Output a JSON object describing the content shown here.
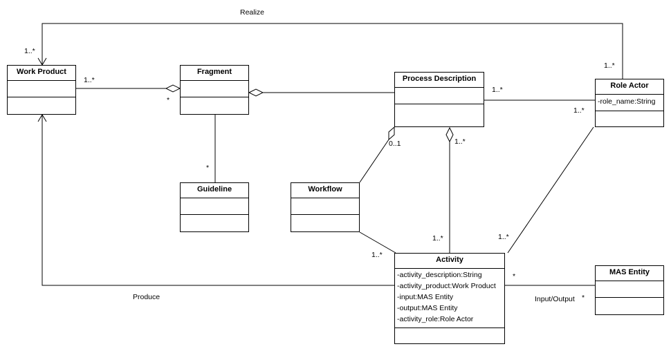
{
  "classes": {
    "work_product": {
      "name": "Work Product",
      "attributes": []
    },
    "fragment": {
      "name": "Fragment",
      "attributes": []
    },
    "process_description": {
      "name": "Process Description",
      "attributes": []
    },
    "role_actor": {
      "name": "Role Actor",
      "attributes": [
        "-role_name:String"
      ]
    },
    "guideline": {
      "name": "Guideline",
      "attributes": []
    },
    "workflow": {
      "name": "Workflow",
      "attributes": []
    },
    "activity": {
      "name": "Activity",
      "attributes": [
        "-activity_description:String",
        "-activity_product:Work Product",
        "-input:MAS Entity",
        "-output:MAS Entity",
        "-activity_role:Role Actor"
      ]
    },
    "mas_entity": {
      "name": "MAS Entity",
      "attributes": []
    }
  },
  "associations": {
    "realize": {
      "label": "Realize",
      "source_mult": "1..*",
      "target_mult": "1..*"
    },
    "work_product_fragment": {
      "source_mult": "1..*",
      "target_mult": "*"
    },
    "fragment_guideline": {
      "target_mult": "*"
    },
    "process_role": {
      "source_mult": "1..*",
      "target_mult": "1..*"
    },
    "process_workflow": {
      "source_mult": "0..1"
    },
    "process_activity": {
      "source_mult": "1..*",
      "target_mult": "1..*"
    },
    "workflow_activity": {
      "target_mult": "1..*"
    },
    "role_activity": {
      "target_mult": "1..*"
    },
    "produce": {
      "label": "Produce"
    },
    "input_output": {
      "label": "Input/Output",
      "source_mult": "*",
      "target_mult": "*"
    }
  }
}
